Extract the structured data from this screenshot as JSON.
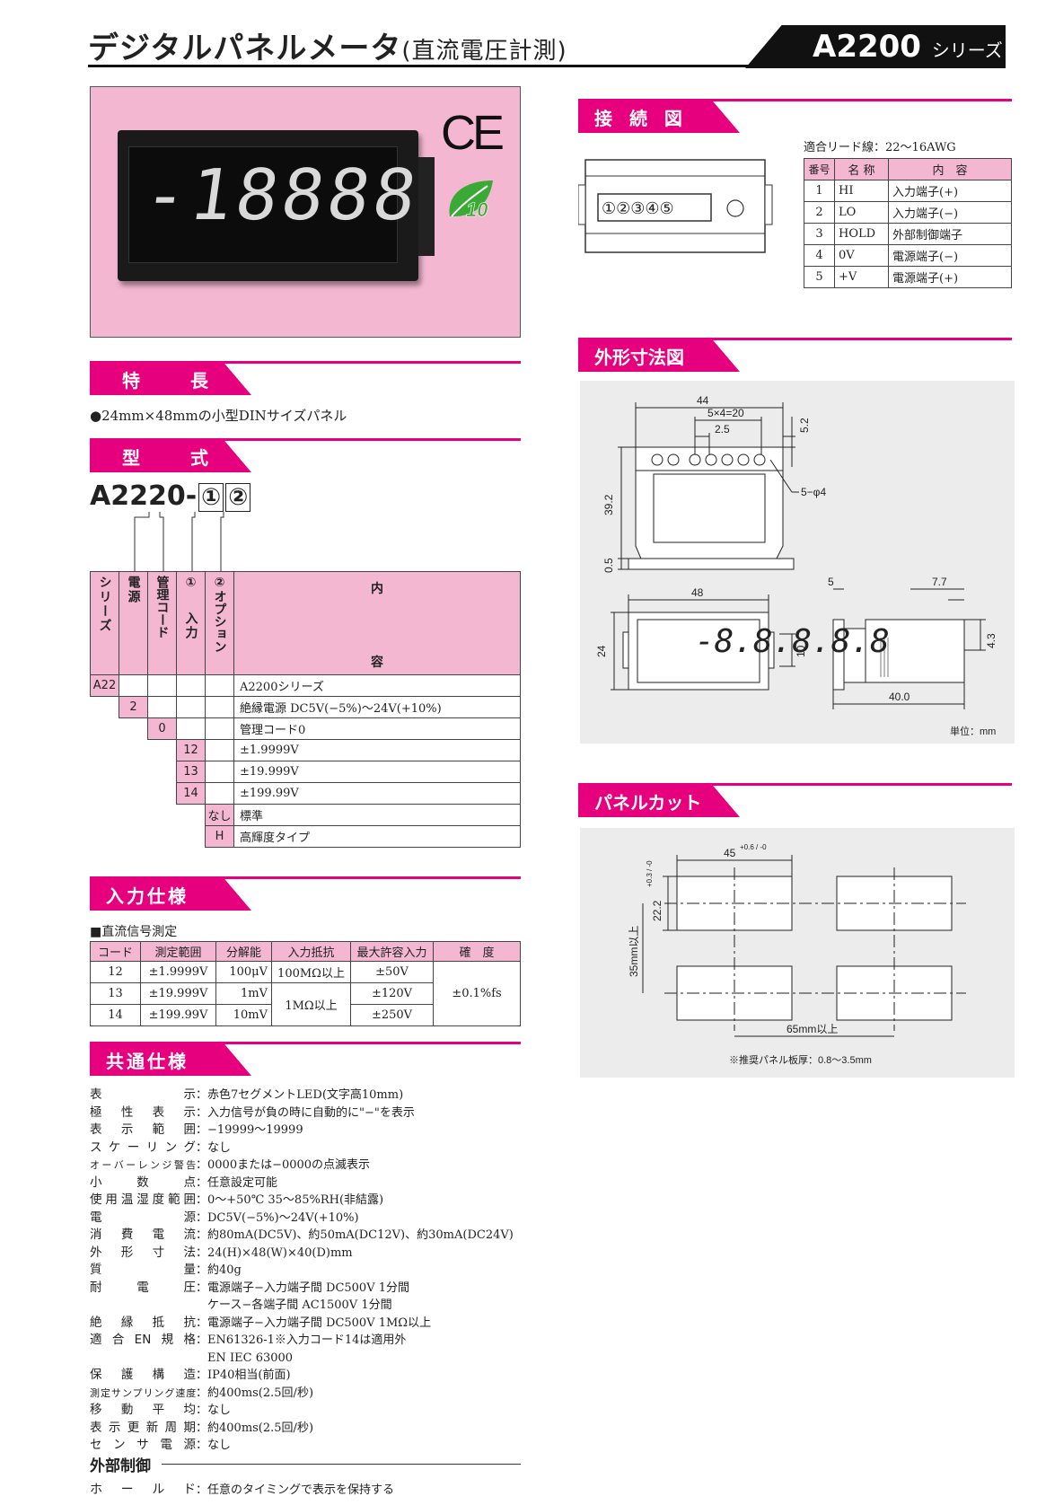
{
  "header": {
    "title": "デジタルパネルメータ",
    "title_sub": "(直流電圧計測)",
    "series_name": "A2200",
    "series_suffix": "シリーズ"
  },
  "product": {
    "display_digits": "-18888",
    "ce_mark": "CE",
    "eco_badge": "10"
  },
  "sections": {
    "features": "特　長",
    "model": "型　式",
    "input_spec": "入力仕様",
    "common_spec": "共通仕様",
    "wiring": "接 続 図",
    "dimensions": "外形寸法図",
    "panel_cut": "パネルカット",
    "external_control": "外部制御"
  },
  "features": {
    "item1": "●24mm×48mmの小型DINサイズパネル"
  },
  "model": {
    "code": "A2220-",
    "circle1": "①",
    "circle2": "②",
    "headers": {
      "series": "シリーズ",
      "power": "電源",
      "mgmt": "管理コード",
      "input_num": "①",
      "input": "入力",
      "option_num": "②",
      "option": "オプション",
      "content_top": "内",
      "content_bottom": "容"
    },
    "rows": [
      {
        "code": "A22",
        "col": 0,
        "content": "A2200シリーズ"
      },
      {
        "code": "2",
        "col": 1,
        "content": "絶縁電源 DC5V(−5%)〜24V(+10%)"
      },
      {
        "code": "0",
        "col": 2,
        "content": "管理コード0"
      },
      {
        "code": "12",
        "col": 3,
        "content": "±1.9999V"
      },
      {
        "code": "13",
        "col": 3,
        "content": "±19.999V"
      },
      {
        "code": "14",
        "col": 3,
        "content": "±199.99V"
      },
      {
        "code": "なし",
        "col": 4,
        "content": "標準"
      },
      {
        "code": "H",
        "col": 4,
        "content": "高輝度タイプ"
      }
    ]
  },
  "input_spec": {
    "subtitle": "■直流信号測定",
    "headers": [
      "コード",
      "測定範囲",
      "分解能",
      "入力抵抗",
      "最大許容入力",
      "確　度"
    ],
    "rows": [
      {
        "code": "12",
        "range": "±1.9999V",
        "res": "100μV",
        "max": "±50V"
      },
      {
        "code": "13",
        "range": "±19.999V",
        "res": "1mV",
        "max": "±120V"
      },
      {
        "code": "14",
        "range": "±199.99V",
        "res": "10mV",
        "max": "±250V"
      }
    ],
    "resistance_1": "100MΩ以上",
    "resistance_2": "1MΩ以上",
    "accuracy": "±0.1%fs"
  },
  "common_spec": [
    {
      "k": "表示",
      "v": "：赤色7セグメントLED(文字高10mm)"
    },
    {
      "k": "極性表示",
      "v": "：入力信号が負の時に自動的に\"−\"を表示"
    },
    {
      "k": "表示範囲",
      "v": "：−19999〜19999"
    },
    {
      "k": "スケーリング",
      "v": "：なし"
    },
    {
      "k": "オーバーレンジ警告",
      "v": "：0000または−0000の点滅表示",
      "small": true
    },
    {
      "k": "小数点",
      "v": "：任意設定可能"
    },
    {
      "k": "使用温湿度範囲",
      "v": "：0〜+50℃ 35〜85%RH(非結露)"
    },
    {
      "k": "電源",
      "v": "：DC5V(−5%)〜24V(+10%)"
    },
    {
      "k": "消費電流",
      "v": "：約80mA(DC5V)、約50mA(DC12V)、約30mA(DC24V)"
    },
    {
      "k": "外形寸法",
      "v": "：24(H)×48(W)×40(D)mm"
    },
    {
      "k": "質量",
      "v": "：約40g"
    },
    {
      "k": "耐電圧",
      "v": "：電源端子−入力端子間 DC500V 1分間"
    },
    {
      "k": "",
      "v": "　ケース−各端子間 AC1500V 1分間"
    },
    {
      "k": "絶縁抵抗",
      "v": "：電源端子−入力端子間 DC500V 1MΩ以上"
    },
    {
      "k": "適合EN規格",
      "v": "：EN61326-1※入力コード14は適用外"
    },
    {
      "k": "",
      "v": "　EN IEC 63000"
    },
    {
      "k": "保護構造",
      "v": "：IP40相当(前面)"
    },
    {
      "k": "測定サンプリング速度",
      "v": "：約400ms(2.5回/秒)",
      "small": true
    },
    {
      "k": "移動平均",
      "v": "：なし"
    },
    {
      "k": "表示更新周期",
      "v": "：約400ms(2.5回/秒)"
    },
    {
      "k": "センサ電源",
      "v": "：なし"
    }
  ],
  "external_control": {
    "k": "ホールド",
    "v": "：任意のタイミングで表示を保持する"
  },
  "wiring": {
    "note": "適合リード線：22〜16AWG",
    "terminals": "①②③④⑤",
    "headers": [
      "番号",
      "名 称",
      "内　容"
    ],
    "rows": [
      {
        "no": "1",
        "name": "HI",
        "desc": "入力端子(+)"
      },
      {
        "no": "2",
        "name": "LO",
        "desc": "入力端子(−)"
      },
      {
        "no": "3",
        "name": "HOLD",
        "desc": "外部制御端子"
      },
      {
        "no": "4",
        "name": "0V",
        "desc": "電源端子(−)"
      },
      {
        "no": "5",
        "name": "+V",
        "desc": "電源端子(+)"
      }
    ]
  },
  "dimensions": {
    "d44": "44",
    "d5x4": "5×4=20",
    "d25": "2.5",
    "d52": "5.2",
    "d392": "39.2",
    "d05": "0.5",
    "hole": "5−φ4",
    "d48": "48",
    "d24": "24",
    "d10": "10",
    "d5": "5",
    "d77": "7.7",
    "d43": "4.3",
    "d40": "40.0",
    "front_digits": "-8.8.8.8.8",
    "unit": "単位：mm"
  },
  "panel_cut": {
    "w": "45",
    "w_tol": "+0.6 / -0",
    "h": "22.2",
    "h_tol": "+0.3 / -0",
    "pitch_v": "35mm以上",
    "pitch_h": "65mm以上",
    "note": "※推奨パネル板厚：0.8〜3.5mm"
  }
}
